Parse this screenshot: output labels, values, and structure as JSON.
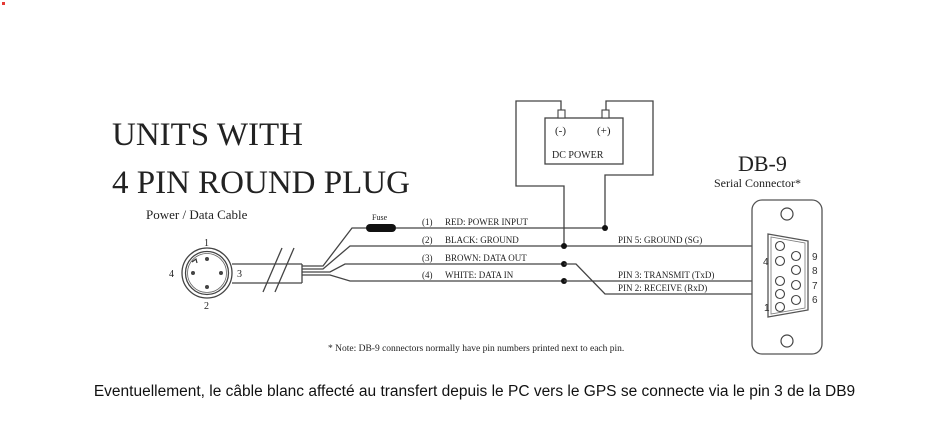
{
  "title": {
    "line1": "UNITS WITH",
    "line2": "4 PIN ROUND PLUG"
  },
  "cable_label": "Power / Data Cable",
  "round_plug": {
    "pins": [
      "1",
      "2",
      "3",
      "4"
    ]
  },
  "fuse_label": "Fuse",
  "wires": [
    {
      "num": "(1)",
      "label": "RED: POWER INPUT"
    },
    {
      "num": "(2)",
      "label": "BLACK: GROUND"
    },
    {
      "num": "(3)",
      "label": "BROWN: DATA OUT"
    },
    {
      "num": "(4)",
      "label": "WHITE: DATA IN"
    }
  ],
  "dc_power": {
    "negative": "(-)",
    "positive": "(+)",
    "label": "DC POWER"
  },
  "db9_pins": [
    {
      "label": "PIN 5: GROUND (SG)"
    },
    {
      "label": "PIN 3: TRANSMIT (TxD)"
    },
    {
      "label": "PIN 2: RECEIVE (RxD)"
    }
  ],
  "db9": {
    "title": "DB-9",
    "subtitle": "Serial Connector*",
    "pin_numbers_left": [
      "4",
      "1"
    ],
    "pin_numbers_right": [
      "9",
      "8",
      "7",
      "6"
    ]
  },
  "note": "* Note: DB-9 connectors normally have pin numbers printed next to each pin.",
  "caption": "Eventuellement, le câble blanc affecté au transfert depuis le PC vers le GPS se connecte via le pin 3 de la DB9"
}
